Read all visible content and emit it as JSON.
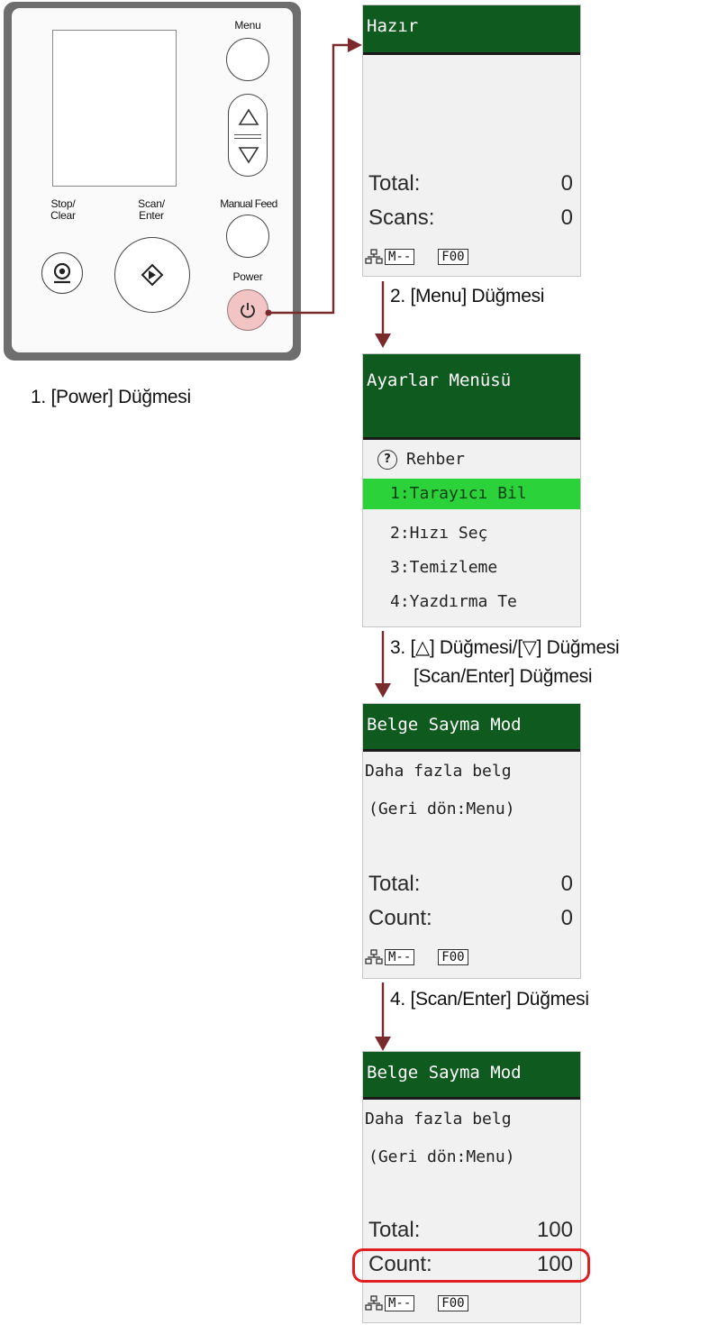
{
  "panel": {
    "menu_label": "Menu",
    "stop_label": "Stop/\nClear",
    "scan_label": "Scan/\nEnter",
    "manual_feed_label": "Manual Feed",
    "power_label": "Power",
    "icons": [
      "up-arrow-icon",
      "down-arrow-icon",
      "stop-icon",
      "start-icon",
      "power-icon"
    ]
  },
  "steps": {
    "step1": "1. [Power] Düğmesi",
    "step2": "2. [Menu] Düğmesi",
    "step3_line1": "3. [△] Düğmesi/[▽] Düğmesi",
    "step3_line2": "[Scan/Enter] Düğmesi",
    "step4": "4. [Scan/Enter] Düğmesi"
  },
  "screen_ready": {
    "header": "Hazır",
    "total_label": "Total:",
    "total_value": "0",
    "scans_label": "Scans:",
    "scans_value": "0",
    "mode_box": "M--",
    "f_box": "F00"
  },
  "screen_menu": {
    "header": "Ayarlar Menüsü",
    "guide": "Rehber",
    "items": [
      "1:Tarayıcı Bil",
      "2:Hızı Seç",
      "3:Temizleme",
      "4:Yazdırma Te"
    ],
    "selected_index": 0
  },
  "screen_count1": {
    "header": "Belge Sayma Mod",
    "line1": "Daha fazla belg",
    "line2": "(Geri dön:Menu)",
    "total_label": "Total:",
    "total_value": "0",
    "count_label": "Count:",
    "count_value": "0",
    "mode_box": "M--",
    "f_box": "F00"
  },
  "screen_count2": {
    "header": "Belge Sayma Mod",
    "line1": "Daha fazla belg",
    "line2": "(Geri dön:Menu)",
    "total_label": "Total:",
    "total_value": "100",
    "count_label": "Count:",
    "count_value": "100",
    "mode_box": "M--",
    "f_box": "F00"
  },
  "colors": {
    "lcd_header": "#0e5a1f",
    "menu_selected": "#2bd23a",
    "connector": "#7a2a2a",
    "power_button": "#f2c4c4",
    "highlight": "#e02020"
  }
}
